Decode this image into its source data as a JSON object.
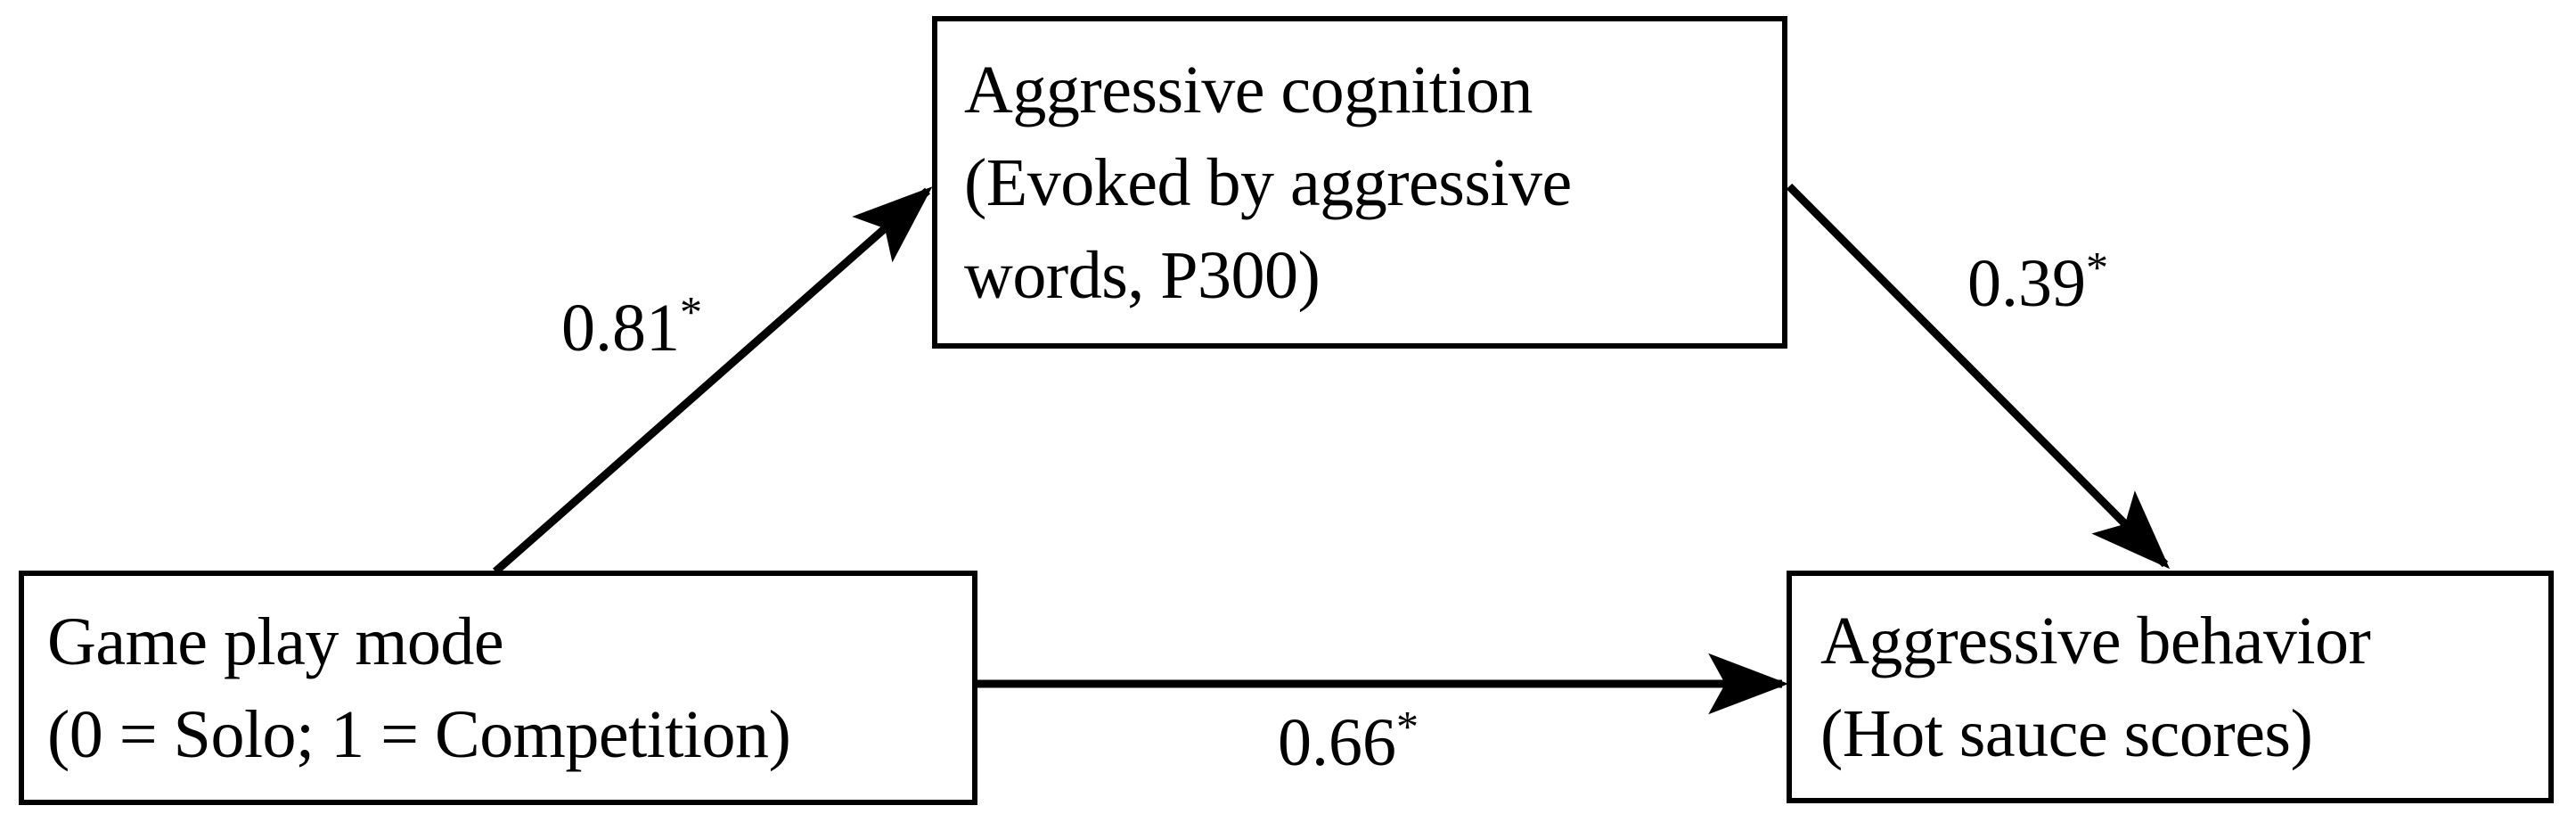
{
  "diagram": {
    "type": "mediation-path-model",
    "nodes": [
      {
        "id": "mediator",
        "role": "mediator",
        "lines": [
          "Aggressive cognition",
          "(Evoked by aggressive",
          "words, P300)"
        ]
      },
      {
        "id": "predictor",
        "role": "independent-variable",
        "lines": [
          "Game play mode",
          "(0 = Solo; 1 = Competition)"
        ]
      },
      {
        "id": "outcome",
        "role": "dependent-variable",
        "lines": [
          "Aggressive behavior",
          "(Hot sauce scores)"
        ]
      }
    ],
    "paths": [
      {
        "id": "a-path",
        "from": "predictor",
        "to": "mediator",
        "coefficient": "0.81",
        "significance": "*",
        "label": "0.81*"
      },
      {
        "id": "b-path",
        "from": "mediator",
        "to": "outcome",
        "coefficient": "0.39",
        "significance": "*",
        "label": "0.39*"
      },
      {
        "id": "c-path",
        "from": "predictor",
        "to": "outcome",
        "coefficient": "0.66",
        "significance": "*",
        "label": "0.66*"
      }
    ],
    "colors": {
      "stroke": "#000000",
      "background": "#ffffff",
      "text": "#000000"
    }
  }
}
